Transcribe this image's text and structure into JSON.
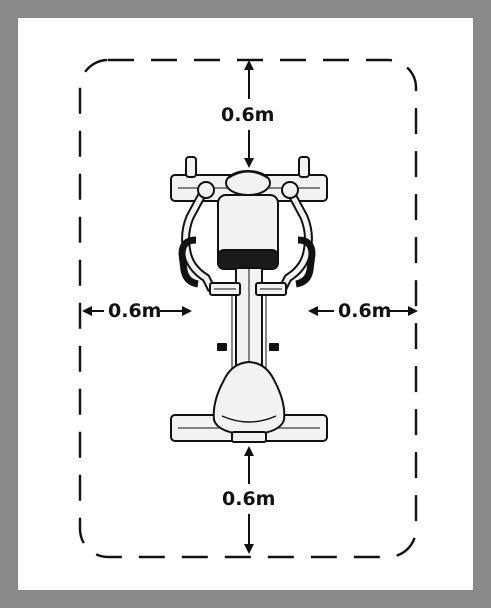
{
  "colors": {
    "frame": "#8a8a8a",
    "background": "#ffffff",
    "line": "#111111",
    "machine_fill": "#f2f2f2",
    "seat_back_dark": "#1a1a1a"
  },
  "clearance": {
    "top": "0.6m",
    "bottom": "0.6m",
    "left": "0.6m",
    "right": "0.6m"
  },
  "icons": {
    "machine": "recumbent-bike-top-view-icon",
    "boundary": "dashed-clearance-boundary"
  }
}
